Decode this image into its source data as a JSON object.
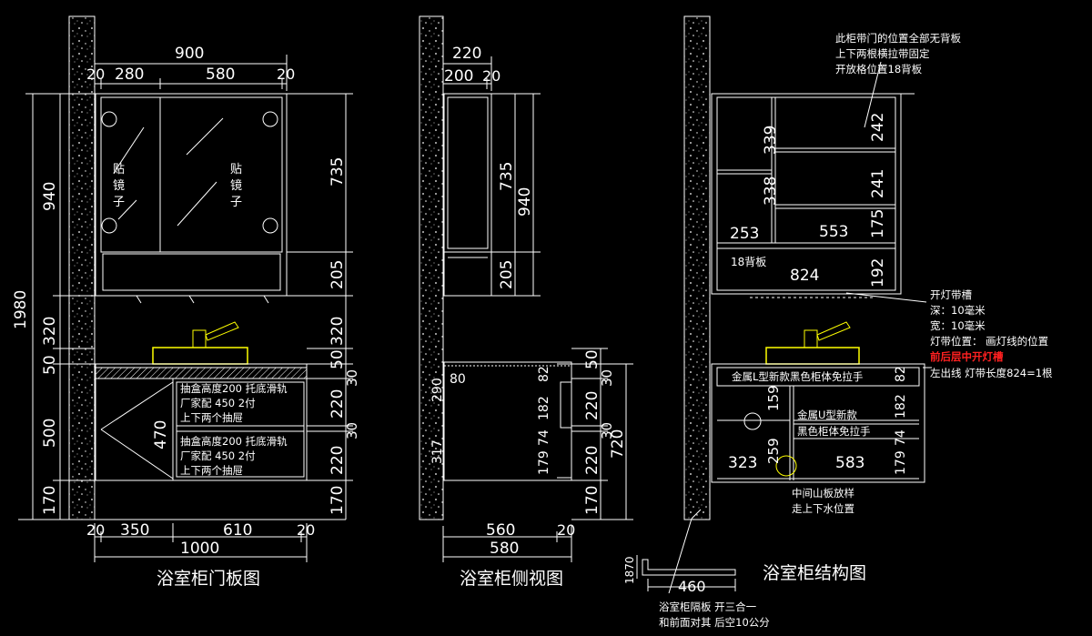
{
  "colors": {
    "background": "#000000",
    "line": "#ffffff",
    "wall": "#ffffff",
    "accent_red": "#ff2020",
    "yellow": "#ffff00",
    "annot": "#ffffff"
  },
  "front": {
    "title": "浴室柜门板图",
    "dim_900": "900",
    "dim_20a": "20",
    "dim_280": "280",
    "dim_580": "580",
    "dim_20b": "20",
    "dim_940": "940",
    "dim_1980": "1980",
    "dim_320": "320",
    "dim_50": "50",
    "dim_500": "500",
    "dim_170": "170",
    "dim_735": "735",
    "dim_205": "205",
    "dim_r320": "320",
    "dim_r50": "50",
    "dim_r30": "30",
    "dim_r220a": "220",
    "dim_r30b": "30",
    "dim_r220b": "220",
    "dim_r170": "170",
    "mirror_left": [
      "贴",
      "镜",
      "子"
    ],
    "mirror_right": [
      "贴",
      "镜",
      "子"
    ],
    "dim_470": "470",
    "drawer1": [
      "抽盒高度200 托底滑轨",
      "厂家配 450 2付",
      "上下两个抽屉"
    ],
    "drawer2": [
      "抽盒高度200 托底滑轨",
      "厂家配 450 2付",
      "上下两个抽屉"
    ],
    "dim_b20a": "20",
    "dim_350": "350",
    "dim_610": "610",
    "dim_b20b": "20",
    "dim_1000": "1000"
  },
  "side": {
    "title": "浴室柜侧视图",
    "dim_220": "220",
    "dim_200": "200",
    "dim_20": "20",
    "dim_735": "735",
    "dim_940": "940",
    "dim_205": "205",
    "dim_80": "80",
    "dim_317": "317",
    "dim_290": "290",
    "dim_82": "82",
    "dim_182": "182",
    "dim_74": "74",
    "dim_179": "179",
    "dim_50": "50",
    "dim_30a": "30",
    "dim_220a": "220",
    "dim_30b": "30",
    "dim_220b": "220",
    "dim_170": "170",
    "dim_720": "720",
    "dim_560": "560",
    "dim_b20": "20",
    "dim_580": "580"
  },
  "structure": {
    "title": "浴室柜结构图",
    "note_top": [
      "此柜带门的位置全部无背板",
      "上下两根横拉带固定",
      "开放格位置18背板"
    ],
    "dim_339": "339",
    "dim_338": "338",
    "dim_242": "242",
    "dim_241": "241",
    "dim_175": "175",
    "dim_253": "253",
    "dim_553": "553",
    "back18": "18背板",
    "dim_824": "824",
    "dim_192": "192",
    "light_notes": [
      "开灯带槽",
      "深：10毫米",
      "宽：10毫米",
      "灯带位置： 画灯线的位置"
    ],
    "light_red": "前后层中开灯槽",
    "light_last": "左出线  灯带长度824=1根",
    "handle_l": "金属L型新款黑色柜体免拉手",
    "handle_u": [
      "金属U型新款",
      "黑色柜体免拉手"
    ],
    "dim_159": "159",
    "dim_259": "259",
    "dim_323": "323",
    "dim_583": "583",
    "dim_82": "82",
    "dim_182": "182",
    "dim_74": "74",
    "dim_179": "179",
    "mid_note": [
      "中间山板放样",
      "走上下水位置"
    ],
    "dim_1870": "1870",
    "dim_460": "460",
    "partition_note": [
      "浴室柜隔板 开三合一",
      "和前面对其 后空10公分"
    ]
  }
}
